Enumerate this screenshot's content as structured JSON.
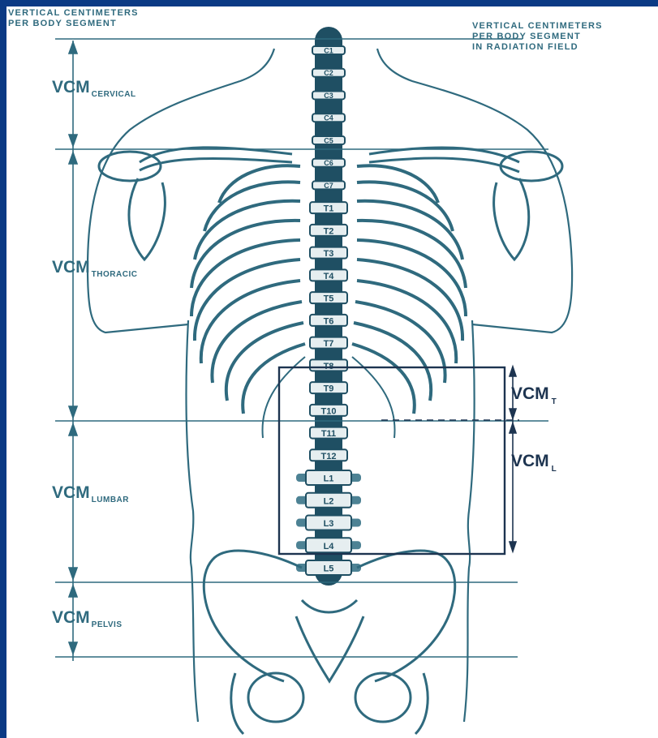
{
  "header": {
    "left_line1": "VERTICAL  CENTIMETERS",
    "left_line2": "PER  BODY  SEGMENT",
    "right_line1": "VERTICAL  CENTIMETERS",
    "right_line2": "PER  BODY  SEGMENT",
    "right_line3": "IN  RADIATION  FIELD"
  },
  "segments": {
    "cervical": {
      "main": "VCM",
      "sub": "CERVICAL"
    },
    "thoracic": {
      "main": "VCM",
      "sub": "THORACIC"
    },
    "lumbar": {
      "main": "VCM",
      "sub": "LUMBAR"
    },
    "pelvis": {
      "main": "VCM",
      "sub": "PELVIS"
    }
  },
  "field": {
    "t": {
      "main": "VCM",
      "sub": "T"
    },
    "l": {
      "main": "VCM",
      "sub": "L"
    }
  },
  "vertebrae": [
    "C1",
    "C2",
    "C3",
    "C4",
    "C5",
    "C6",
    "C7",
    "T1",
    "T2",
    "T3",
    "T4",
    "T5",
    "T6",
    "T7",
    "T8",
    "T9",
    "T10",
    "T11",
    "T12",
    "L1",
    "L2",
    "L3",
    "L4",
    "L5"
  ],
  "colors": {
    "frame": "#0b3a84",
    "ink": "#2f6a7e",
    "dark_ink": "#1f4f63",
    "field_box": "#1d3450"
  }
}
